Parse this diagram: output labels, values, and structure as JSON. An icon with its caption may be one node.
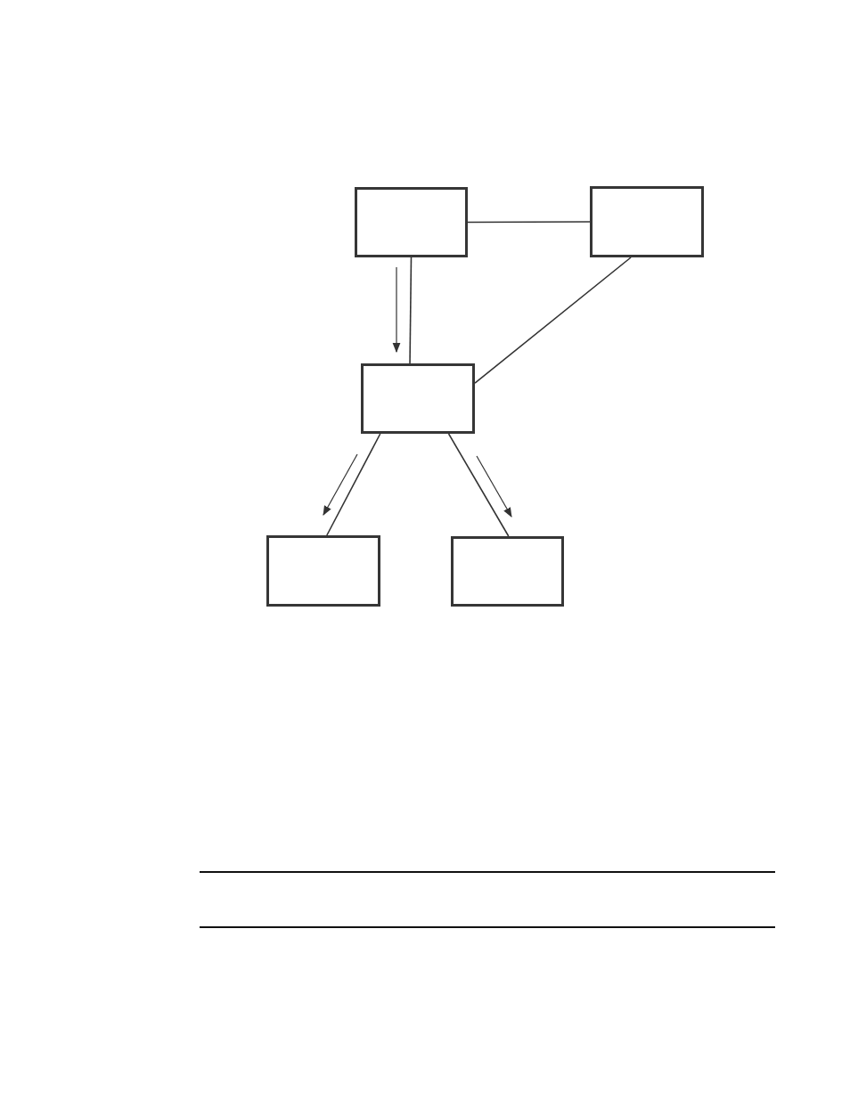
{
  "diagram": {
    "nodes": [
      {
        "text": [],
        "shape": "box"
      },
      {
        "text": [],
        "shape": "box"
      },
      {
        "text": [],
        "shape": "box"
      },
      {
        "text": [],
        "shape": "box"
      },
      {
        "text": [],
        "shape": "box"
      }
    ],
    "edges": [
      {
        "from": 0,
        "to": 1,
        "arrow": "none"
      },
      {
        "from": 0,
        "to": 2,
        "arrow": "none"
      },
      {
        "from": 1,
        "to": 2,
        "arrow": "none"
      },
      {
        "from": 2,
        "to": 3,
        "arrow": "none"
      },
      {
        "from": 2,
        "to": 4,
        "arrow": "none"
      }
    ]
  }
}
